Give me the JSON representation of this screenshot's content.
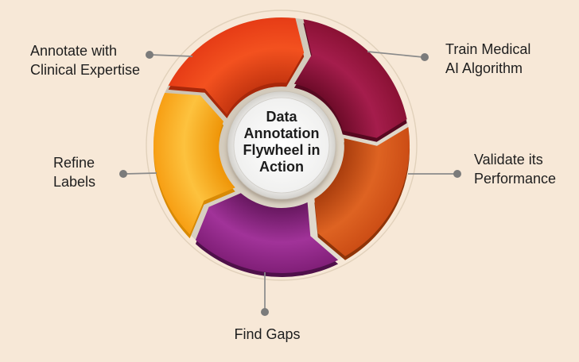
{
  "title": "Data Annotation Flywheel in Action",
  "background_color": "#F7E8D7",
  "text_color": "#1E1E1E",
  "center": {
    "lines": [
      "Data",
      "Annotation",
      "Flywheel in",
      "Action"
    ],
    "fill": "#FFFFFF",
    "rim_color": "#D2D0CB"
  },
  "labels": {
    "annotate": {
      "lines": [
        "Annotate with",
        "Clinical Expertise"
      ]
    },
    "train": {
      "lines": [
        "Train Medical",
        "AI Algorithm"
      ]
    },
    "validate": {
      "lines": [
        "Validate its",
        "Performance"
      ]
    },
    "find_gaps": {
      "lines": [
        "Find Gaps"
      ]
    },
    "refine": {
      "lines": [
        "Refine",
        "Labels"
      ]
    }
  },
  "wheel": {
    "direction": "clockwise",
    "segments": [
      {
        "id": "train-medical-ai-algorithm",
        "label": "Train Medical AI Algorithm",
        "inner": "#6B0A27",
        "mid": "#A51D4C",
        "outer": "#8A1134",
        "shadow": "#570820"
      },
      {
        "id": "validate-its-performance",
        "label": "Validate its Performance",
        "inner": "#A63B0C",
        "mid": "#DE6322",
        "outer": "#CC4D15",
        "shadow": "#8F3408"
      },
      {
        "id": "find-gaps",
        "label": "Find Gaps",
        "inner": "#64165C",
        "mid": "#A13399",
        "outer": "#811F78",
        "shadow": "#4F104A"
      },
      {
        "id": "refine-labels",
        "label": "Refine Labels",
        "inner": "#EE9204",
        "mid": "#FDC23E",
        "outer": "#F79F14",
        "shadow": "#D88A05"
      },
      {
        "id": "annotate-with-clinical-expertise",
        "label": "Annotate with Clinical Expertise",
        "inner": "#C3340F",
        "mid": "#F3511F",
        "outer": "#E63C16",
        "shadow": "#A8280A"
      }
    ],
    "gap_color_dark": "#C6BCAB",
    "gap_color_light": "#EAE4D9",
    "outer_ring_color": "#E1D1BB"
  },
  "connector": {
    "line_color": "#8A8A8A",
    "dot_color": "#7B7B7B"
  }
}
